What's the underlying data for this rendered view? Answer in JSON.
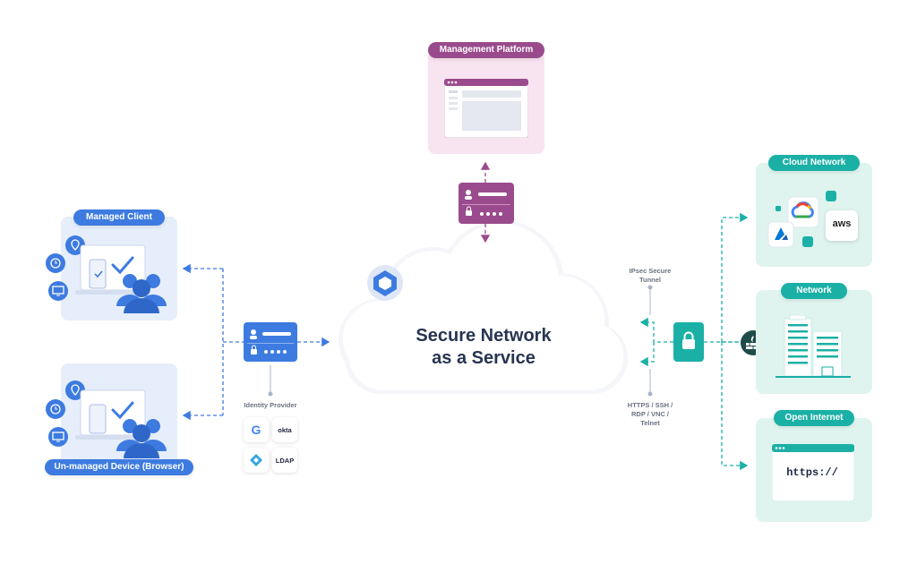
{
  "center": {
    "title_line1": "Secure Network",
    "title_line2": "as a Service"
  },
  "management": {
    "label": "Management Platform"
  },
  "left": {
    "managed_label": "Managed Client",
    "unmanaged_label": "Un-managed Device (Browser)"
  },
  "identity": {
    "label": "Identity Provider",
    "providers": [
      "G",
      "okta",
      "LDAP"
    ]
  },
  "tunnel": {
    "ipsec_line1": "IPsec Secure",
    "ipsec_line2": "Tunnel",
    "protocols_line1": "HTTPS / SSH /",
    "protocols_line2": "RDP / VNC /",
    "protocols_line3": "Telnet"
  },
  "right": {
    "cloud_label": "Cloud Network",
    "network_label": "Network",
    "internet_label": "Open Internet",
    "internet_url": "https://",
    "aws": "aws"
  },
  "colors": {
    "blue": "#3d7be0",
    "purple": "#9a4b8d",
    "teal": "#1bb0a6",
    "navy": "#273552"
  }
}
